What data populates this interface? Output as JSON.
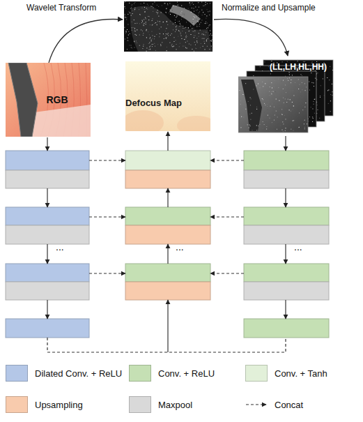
{
  "diagram": {
    "nodes": [
      {
        "text": [
          "RGB"
        ]
      },
      {
        "text": [
          "Defocus Map"
        ]
      },
      {
        "text": [
          "(LL,LH,HL,HH)"
        ]
      }
    ],
    "labels": [
      "Wavelet Transform",
      "Normalize and Upsample",
      "...",
      "...",
      "..."
    ],
    "legend": [
      {
        "text": "Dilated Conv. + ReLU",
        "color": "#b4c7e7"
      },
      {
        "text": "Conv. + ReLU",
        "color": "#c5e0b4"
      },
      {
        "text": "Conv. + Tanh",
        "color": "#e2f0d9"
      },
      {
        "text": "Upsampling",
        "color": "#f8cbad"
      },
      {
        "text": "Maxpool",
        "color": "#d9d9d9"
      },
      {
        "text": "Concat"
      }
    ]
  }
}
